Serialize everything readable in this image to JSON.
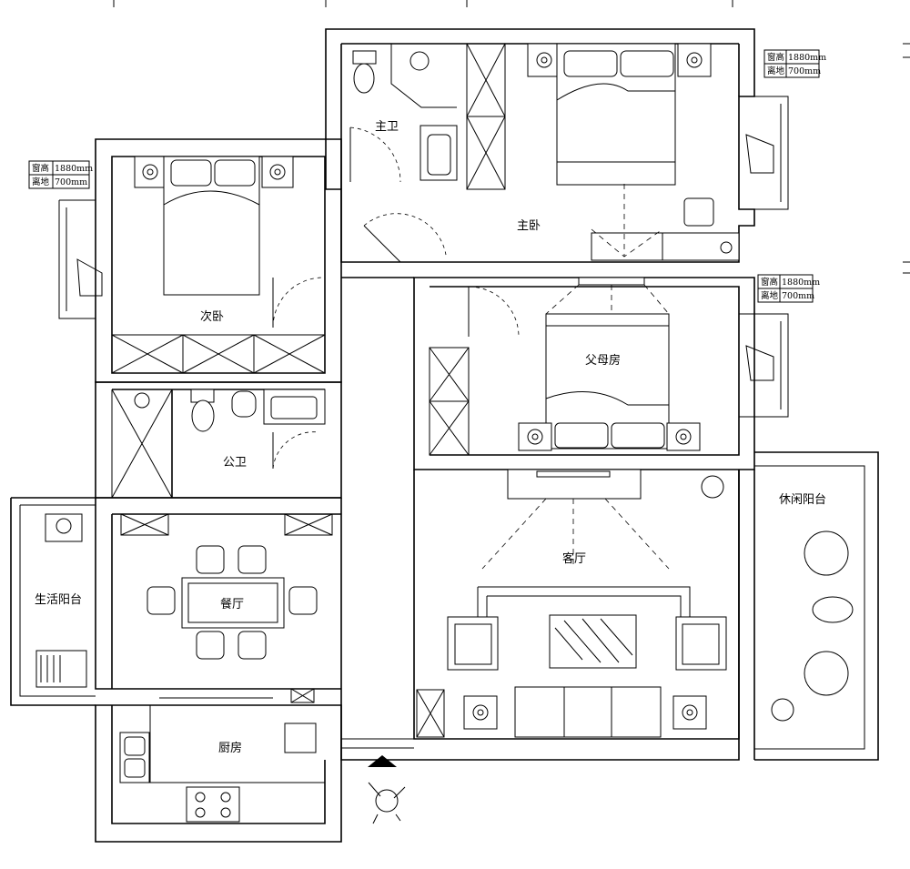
{
  "rooms": {
    "master_bath": "主卫",
    "master_bedroom": "主卧",
    "second_bedroom": "次卧",
    "parents_room": "父母房",
    "public_bath": "公卫",
    "living_room": "客厅",
    "dining_room": "餐厅",
    "kitchen": "厨房",
    "utility_balcony": "生活阳台",
    "leisure_balcony": "休闲阳台"
  },
  "window_notes": {
    "sill_height_label": "窗高",
    "sill_height_value": "1880mm",
    "above_floor_label": "离地",
    "above_floor_value": "700mm"
  }
}
